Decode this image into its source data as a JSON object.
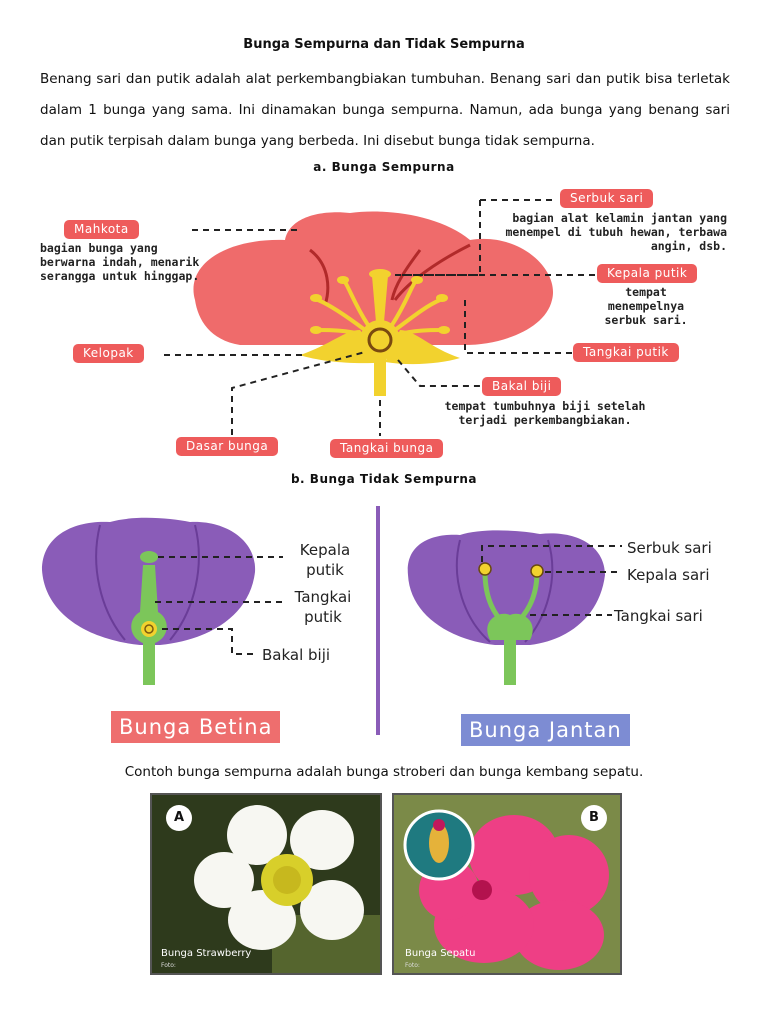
{
  "title": "Bunga Sempurna dan Tidak Sempurna",
  "paragraph": "Benang sari dan putik adalah alat perkembangbiakan tumbuhan. Benang sari dan putik bisa terletak dalam 1 bunga yang sama. Ini dinamakan bunga sempurna. Namun, ada bunga yang benang sari dan putik terpisah dalam bunga yang berbeda. Ini disebut bunga tidak sempurna.",
  "section_a": "a. Bunga Sempurna",
  "section_b": "b. Bunga Tidak Sempurna",
  "perfect_flower": {
    "mahkota": {
      "label": "Mahkota",
      "desc": "bagian bunga yang berwarna indah, menarik serangga untuk hinggap."
    },
    "kelopak": {
      "label": "Kelopak"
    },
    "dasar_bunga": {
      "label": "Dasar bunga"
    },
    "tangkai_bunga": {
      "label": "Tangkai bunga"
    },
    "serbuk_sari": {
      "label": "Serbuk sari",
      "desc": "bagian alat kelamin jantan yang menempel di tubuh hewan, terbawa angin, dsb."
    },
    "kepala_putik": {
      "label": "Kepala putik",
      "desc": "tempat menempelnya serbuk sari."
    },
    "tangkai_putik": {
      "label": "Tangkai putik"
    },
    "bakal_biji": {
      "label": "Bakal biji",
      "desc": "tempat tumbuhnya biji setelah terjadi perkembangbiakan."
    }
  },
  "female_flower": {
    "kepala_putik": "Kepala putik",
    "tangkai_putik": "Tangkai putik",
    "bakal_biji": "Bakal biji",
    "name": "Bunga Betina"
  },
  "male_flower": {
    "serbuk_sari": "Serbuk sari",
    "kepala_sari": "Kepala sari",
    "tangkai_sari": "Tangkai sari",
    "name": "Bunga Jantan"
  },
  "caption": "Contoh bunga sempurna adalah bunga stroberi dan bunga kembang sepatu.",
  "photos": [
    {
      "badge": "A",
      "title": "Bunga Strawberry",
      "credit": "Foto:"
    },
    {
      "badge": "B",
      "title": "Bunga Sepatu",
      "credit": "Foto:"
    }
  ],
  "colors": {
    "label_red": "#ee5b5b",
    "petal_red": "#ef6b6b",
    "sepal_yellow": "#f2d22e",
    "purple": "#8a5cb8",
    "stem_green": "#7cc65a",
    "betina_box": "#ee6e6e",
    "jantan_box": "#7d8cd3"
  }
}
